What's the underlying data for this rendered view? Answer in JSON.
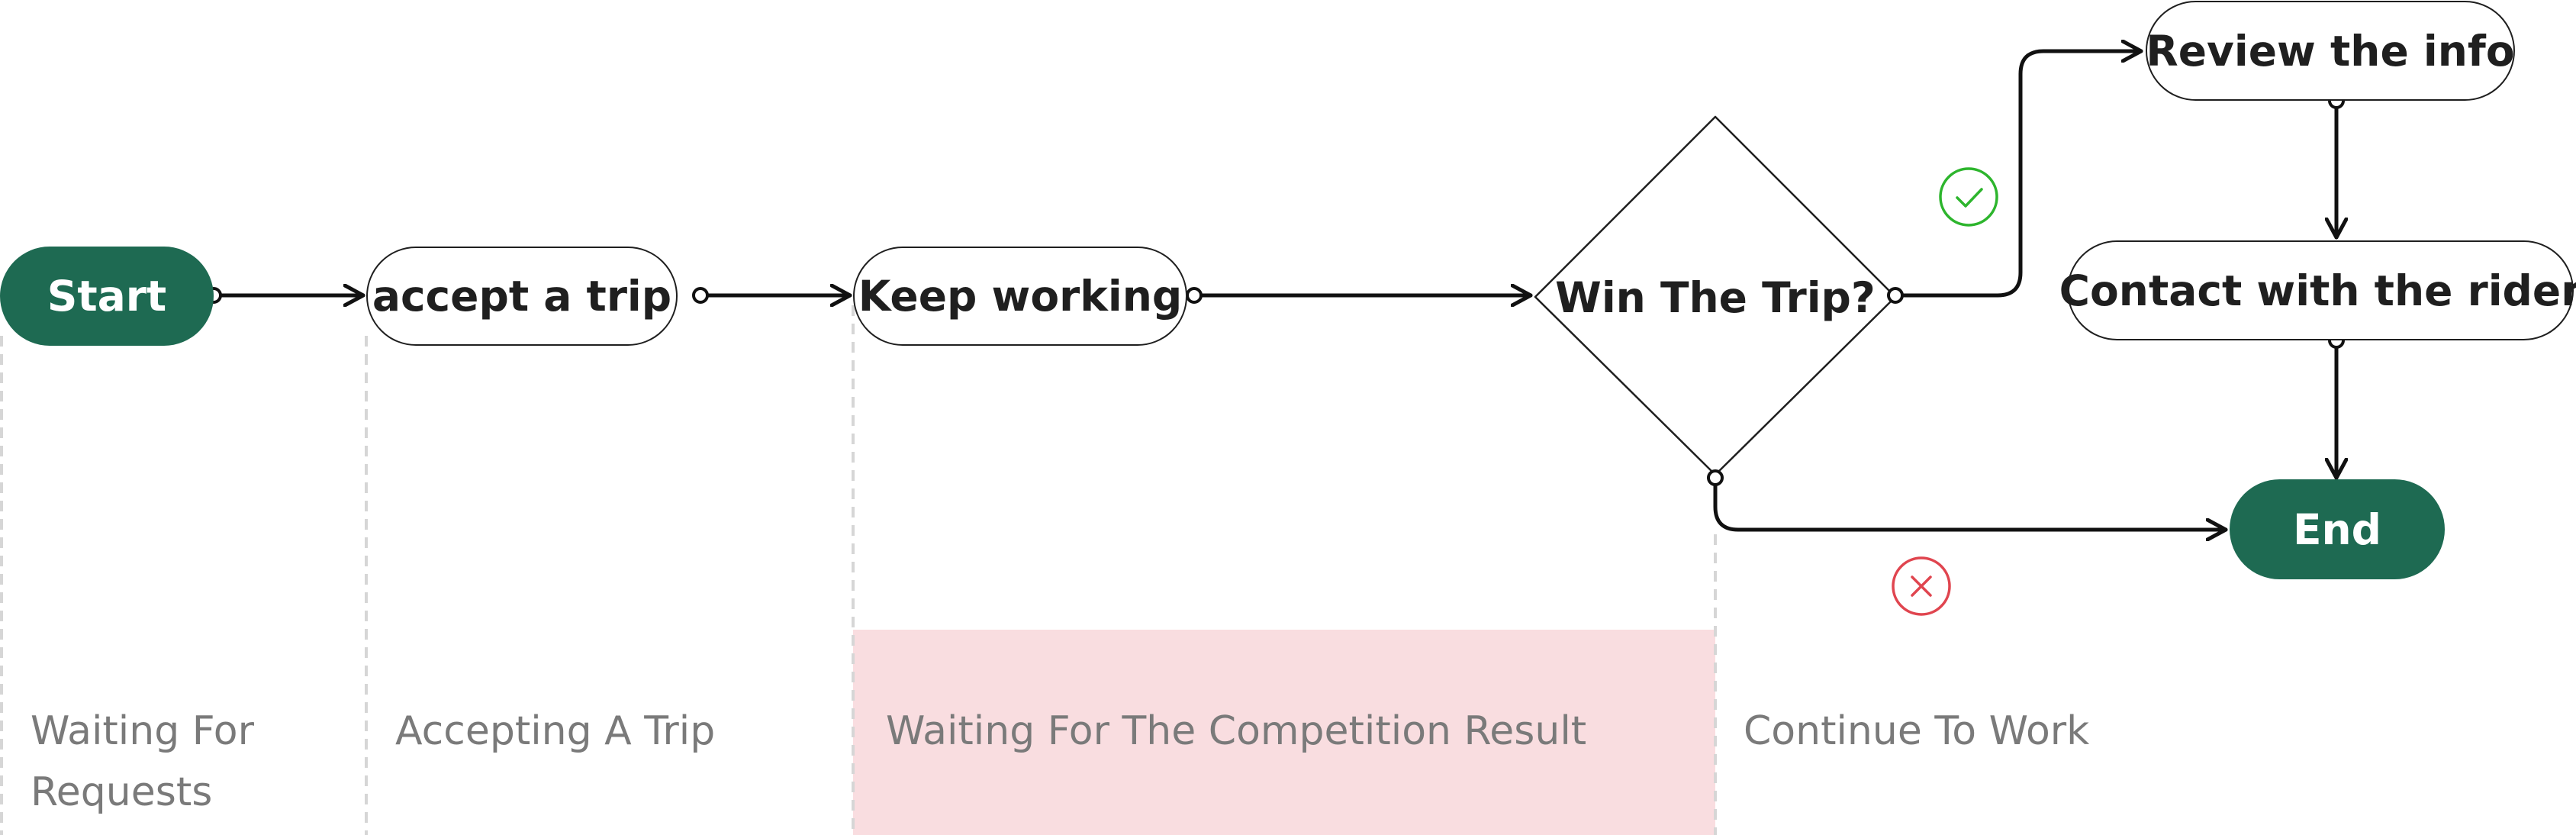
{
  "nodes": {
    "start": "Start",
    "accept": "accept a trip",
    "keep": "Keep working",
    "decision": "Win The Trip?",
    "review": "Review the info",
    "contact": "Contact with the rider",
    "end": "End"
  },
  "lanes": {
    "waiting_requests": "Waiting For\nRequests",
    "accepting": "Accepting A Trip",
    "waiting_result": "Waiting For The Competition Result",
    "continue": "Continue To Work"
  },
  "colors": {
    "terminal_fill": "#1e6a52",
    "highlight_fill": "#f9dde0",
    "yes_color": "#2db52d",
    "no_color": "#e0454f",
    "line_color": "#111111",
    "lane_divider": "#d6d6d6"
  },
  "icons": {
    "yes": "check-circle-icon",
    "no": "x-circle-icon"
  }
}
